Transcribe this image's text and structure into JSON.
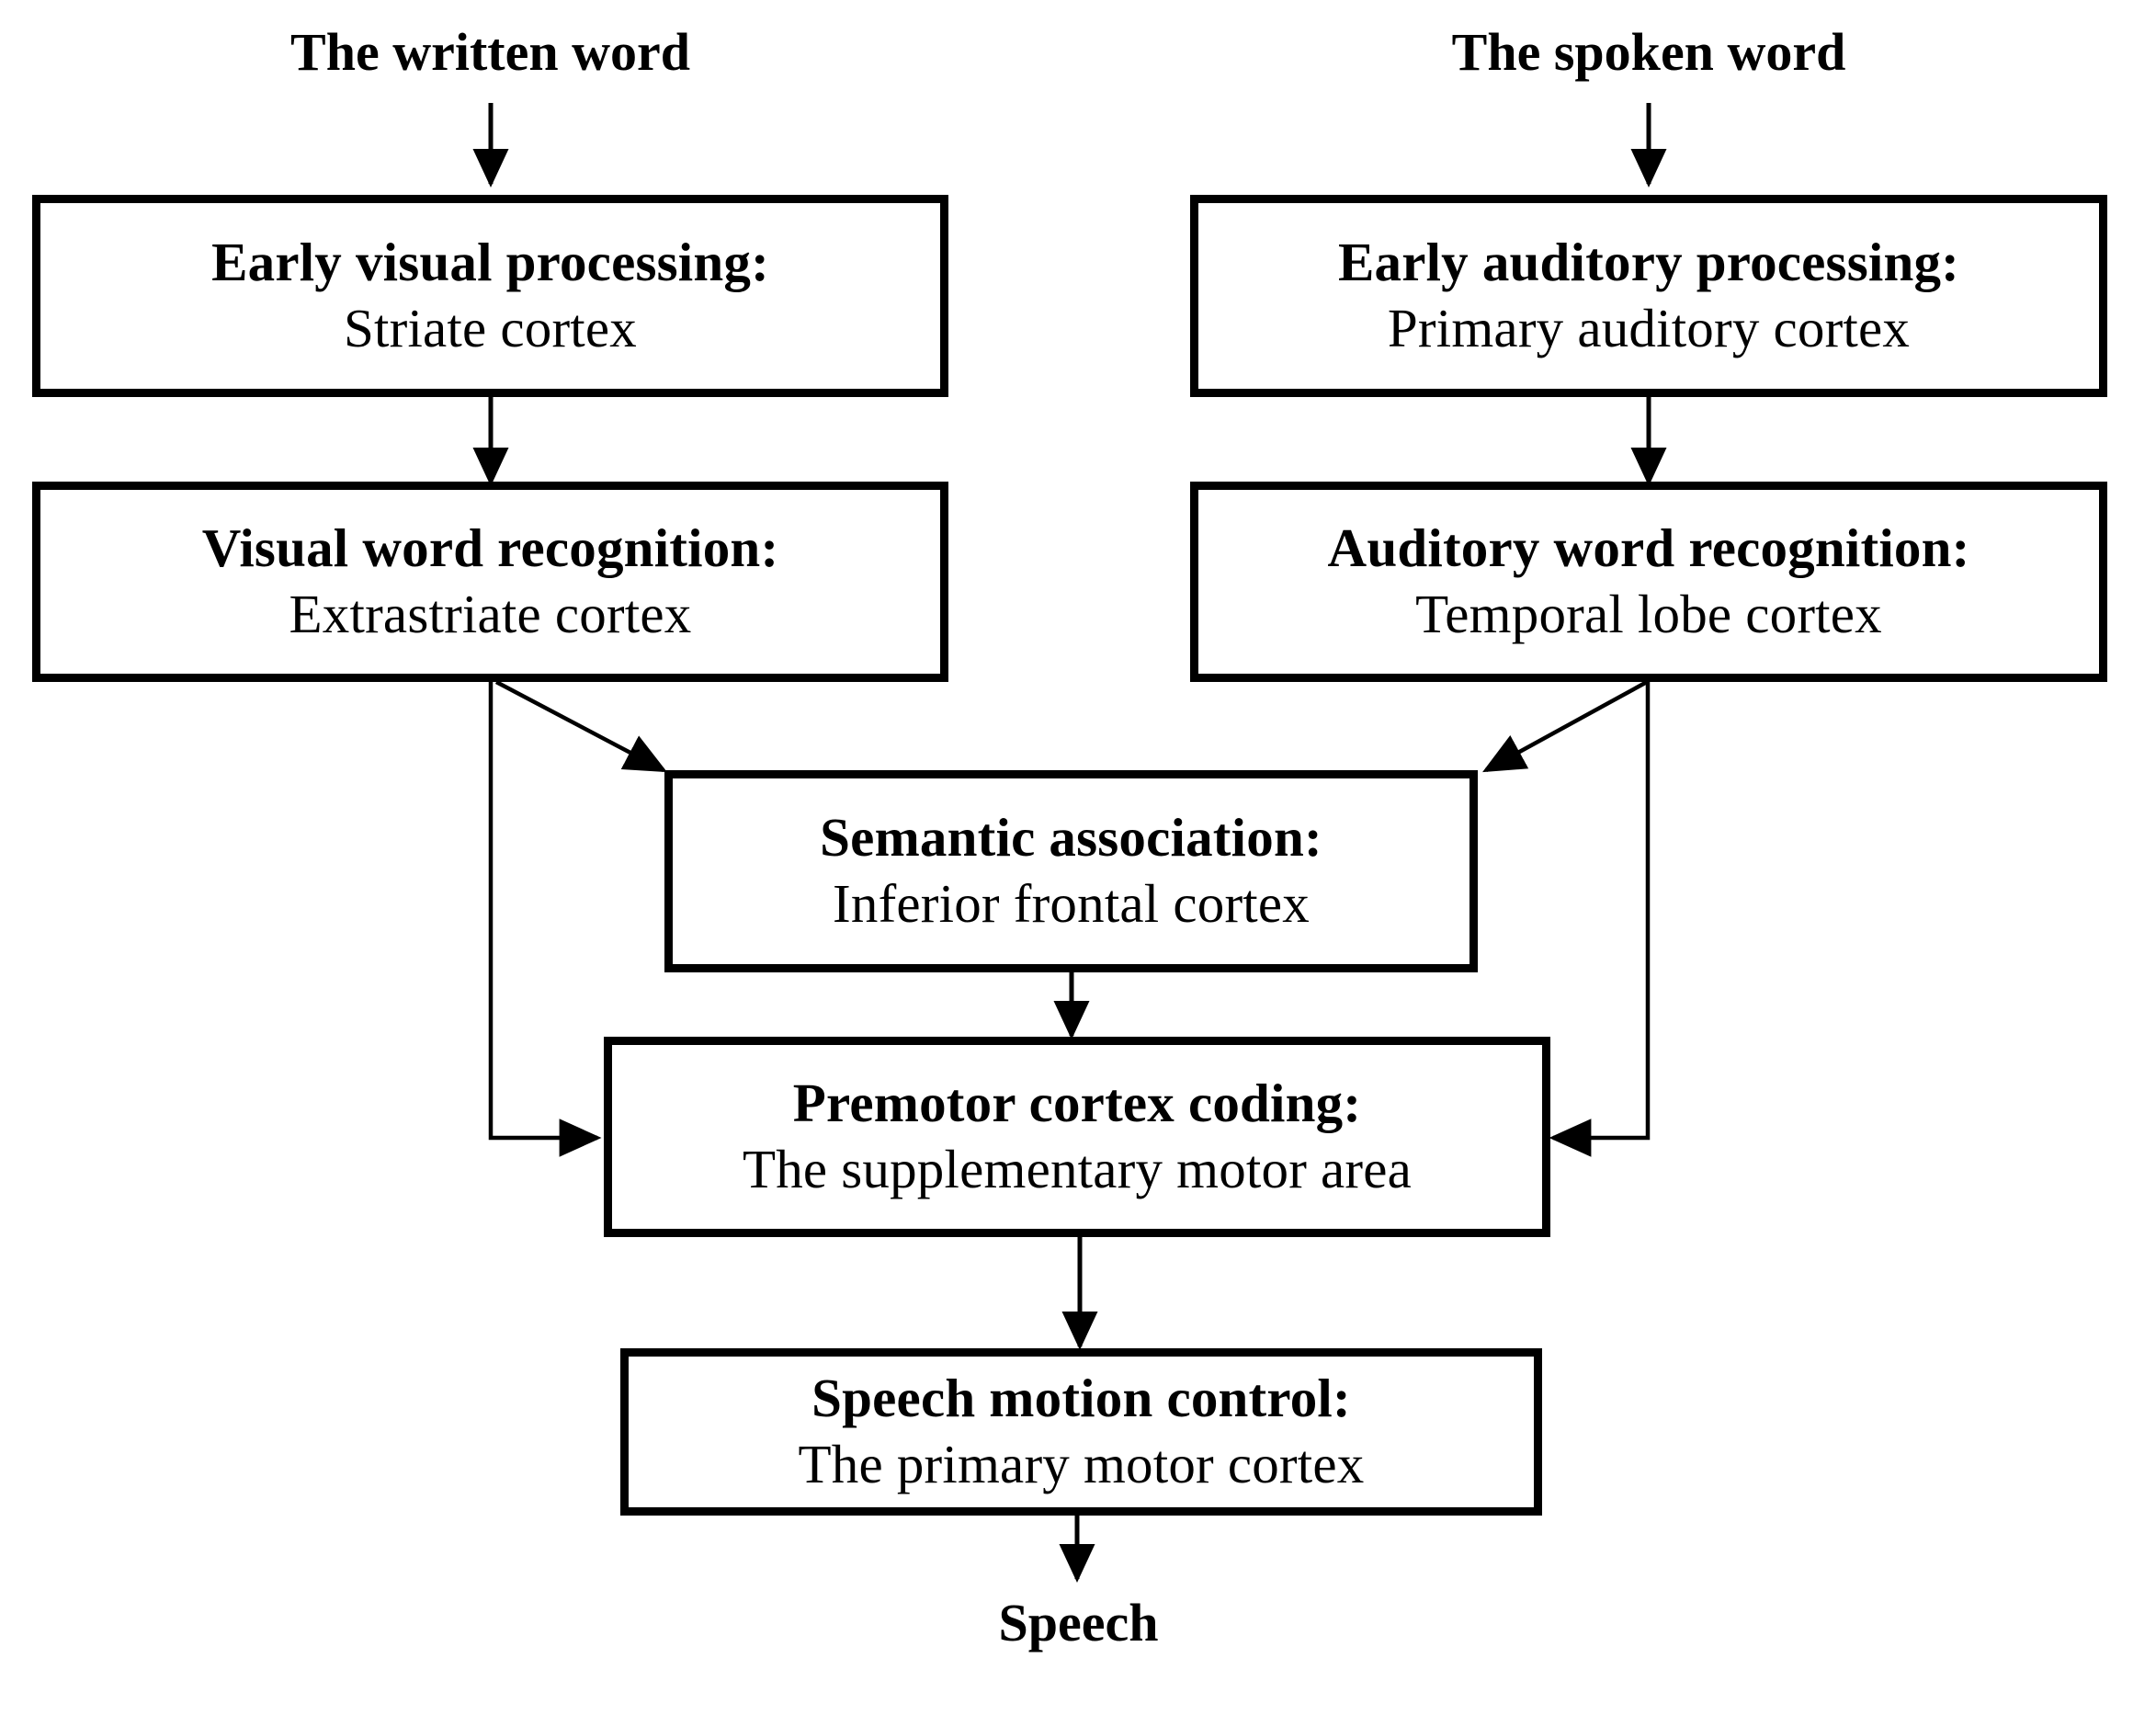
{
  "diagram": {
    "title_written": "The written word",
    "title_spoken": "The spoken word",
    "output_label": "Speech",
    "nodes": [
      {
        "id": "early-visual-processing",
        "title": "Early visual processing:",
        "subtitle": "Striate cortex"
      },
      {
        "id": "early-auditory-processing",
        "title": "Early auditory processing:",
        "subtitle": "Primary auditory cortex"
      },
      {
        "id": "visual-word-recognition",
        "title": "Visual word recognition:",
        "subtitle": "Extrastriate cortex"
      },
      {
        "id": "auditory-word-recognition",
        "title": "Auditory word recognition:",
        "subtitle": "Temporal lobe cortex"
      },
      {
        "id": "semantic-association",
        "title": "Semantic association:",
        "subtitle": "Inferior frontal cortex"
      },
      {
        "id": "premotor-cortex-coding",
        "title": "Premotor cortex coding:",
        "subtitle": "The supplementary motor area"
      },
      {
        "id": "speech-motion-control",
        "title": "Speech motion control:",
        "subtitle": "The primary motor cortex"
      }
    ],
    "edges": [
      {
        "from": "the-written-word",
        "to": "early-visual-processing",
        "kind": "arrow-down"
      },
      {
        "from": "the-spoken-word",
        "to": "early-auditory-processing",
        "kind": "arrow-down"
      },
      {
        "from": "early-visual-processing",
        "to": "visual-word-recognition",
        "kind": "arrow-down"
      },
      {
        "from": "early-auditory-processing",
        "to": "auditory-word-recognition",
        "kind": "arrow-down"
      },
      {
        "from": "visual-word-recognition",
        "to": "semantic-association",
        "kind": "arrow-diagonal"
      },
      {
        "from": "auditory-word-recognition",
        "to": "semantic-association",
        "kind": "arrow-diagonal"
      },
      {
        "from": "visual-word-recognition",
        "to": "premotor-cortex-coding",
        "kind": "arrow-elbow-left"
      },
      {
        "from": "auditory-word-recognition",
        "to": "premotor-cortex-coding",
        "kind": "arrow-elbow-right"
      },
      {
        "from": "semantic-association",
        "to": "premotor-cortex-coding",
        "kind": "arrow-down"
      },
      {
        "from": "premotor-cortex-coding",
        "to": "speech-motion-control",
        "kind": "arrow-down"
      },
      {
        "from": "speech-motion-control",
        "to": "speech",
        "kind": "arrow-down"
      }
    ],
    "colors": {
      "stroke": "#000000",
      "background": "#ffffff",
      "text": "#000000"
    }
  }
}
